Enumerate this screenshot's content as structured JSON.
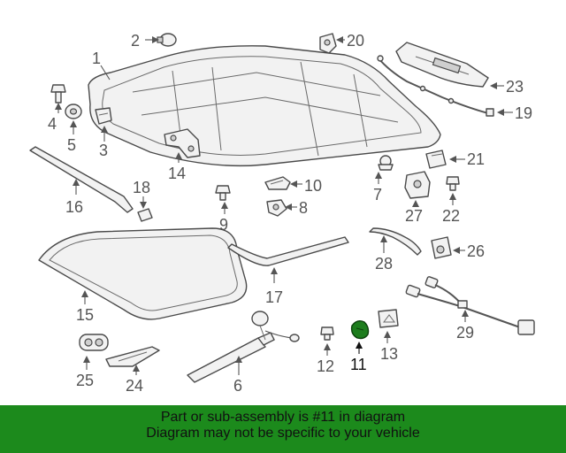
{
  "diagram": {
    "callouts": {
      "c1": "1",
      "c2": "2",
      "c3": "3",
      "c4": "4",
      "c5": "5",
      "c6": "6",
      "c7": "7",
      "c8": "8",
      "c9": "9",
      "c10": "10",
      "c11": "11",
      "c12": "12",
      "c13": "13",
      "c14": "14",
      "c15": "15",
      "c16": "16",
      "c17": "17",
      "c18": "18",
      "c19": "19",
      "c20": "20",
      "c21": "21",
      "c22": "22",
      "c23": "23",
      "c24": "24",
      "c25": "25",
      "c26": "26",
      "c27": "27",
      "c28": "28",
      "c29": "29"
    },
    "highlight_color": "#1d7d1d"
  },
  "banner": {
    "line1": "Part or sub-assembly is #11 in diagram",
    "line2": "Diagram may not be specific to your vehicle",
    "background": "#1c8a1c"
  }
}
